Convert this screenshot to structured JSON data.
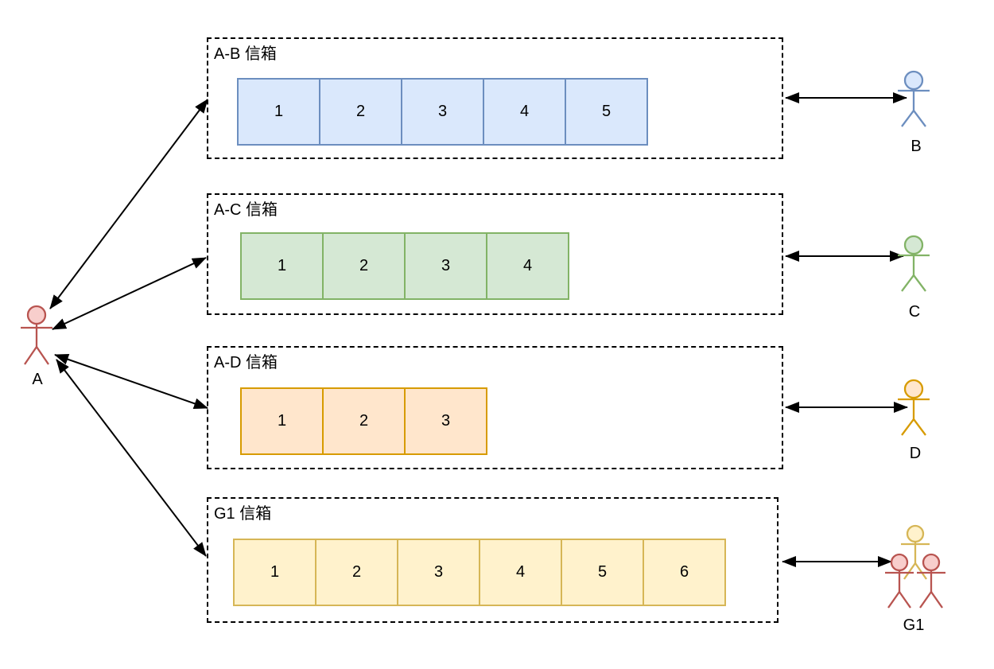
{
  "mailboxes": [
    {
      "label": "A-B 信箱",
      "cells": [
        "1",
        "2",
        "3",
        "4",
        "5"
      ],
      "cell_fill": "#dae8fc",
      "cell_stroke": "#6c8ebf"
    },
    {
      "label": "A-C 信箱",
      "cells": [
        "1",
        "2",
        "3",
        "4"
      ],
      "cell_fill": "#d5e8d4",
      "cell_stroke": "#82b366"
    },
    {
      "label": "A-D 信箱",
      "cells": [
        "1",
        "2",
        "3"
      ],
      "cell_fill": "#ffe6cc",
      "cell_stroke": "#d79b00"
    },
    {
      "label": "G1 信箱",
      "cells": [
        "1",
        "2",
        "3",
        "4",
        "5",
        "6"
      ],
      "cell_fill": "#fff2cc",
      "cell_stroke": "#d6b656"
    }
  ],
  "actors": {
    "a": {
      "label": "A",
      "stroke": "#b85450",
      "head_fill": "#f8cecc"
    },
    "b": {
      "label": "B",
      "stroke": "#6c8ebf",
      "head_fill": "#dae8fc"
    },
    "c": {
      "label": "C",
      "stroke": "#82b366",
      "head_fill": "#d5e8d4"
    },
    "d": {
      "label": "D",
      "stroke": "#d79b00",
      "head_fill": "#ffe6cc"
    },
    "g1": {
      "label": "G1",
      "back_stroke": "#d6b656",
      "back_head_fill": "#fff2cc",
      "front_stroke": "#b85450",
      "front_head_fill": "#f8cecc"
    }
  },
  "arrows": {
    "color": "#000000",
    "style": "double-headed"
  }
}
